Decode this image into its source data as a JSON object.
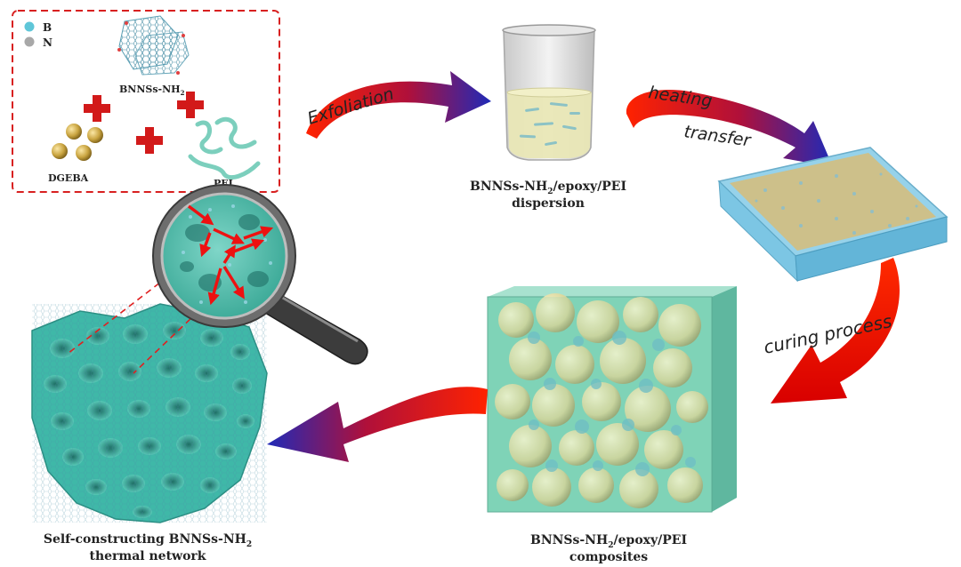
{
  "legend": {
    "b_label": "B",
    "n_label": "N",
    "b_color": "#5fc6d8",
    "n_color": "#a8a8a8"
  },
  "materials": {
    "bnnss_label": "BNNSs-NH",
    "bnnss_sub": "2",
    "dgeba_label": "DGEBA",
    "pei_label": "PEI"
  },
  "steps": {
    "exfoliation": "Exfoliation",
    "heating": "heating",
    "transfer": "transfer",
    "curing": "curing process"
  },
  "dispersion": {
    "line1_a": "BNNSs-NH",
    "line1_sub": "2",
    "line1_b": "/epoxy/PEI",
    "line2": "dispersion"
  },
  "composites": {
    "line1_a": "BNNSs-NH",
    "line1_sub": "2",
    "line1_b": "/epoxy/PEI",
    "line2": "composites"
  },
  "network": {
    "line1_a": "Self-constructing BNNSs-NH",
    "line1_sub": "2",
    "line2": "thermal network"
  },
  "colors": {
    "plus": "#d21a1a",
    "frame": "#d82020",
    "arrow_red": "#ff1a00",
    "arrow_blue": "#1d2cb0",
    "network": "#3fb8a8",
    "cube": "#7fd3b8",
    "tray": "#7cc6e4"
  }
}
